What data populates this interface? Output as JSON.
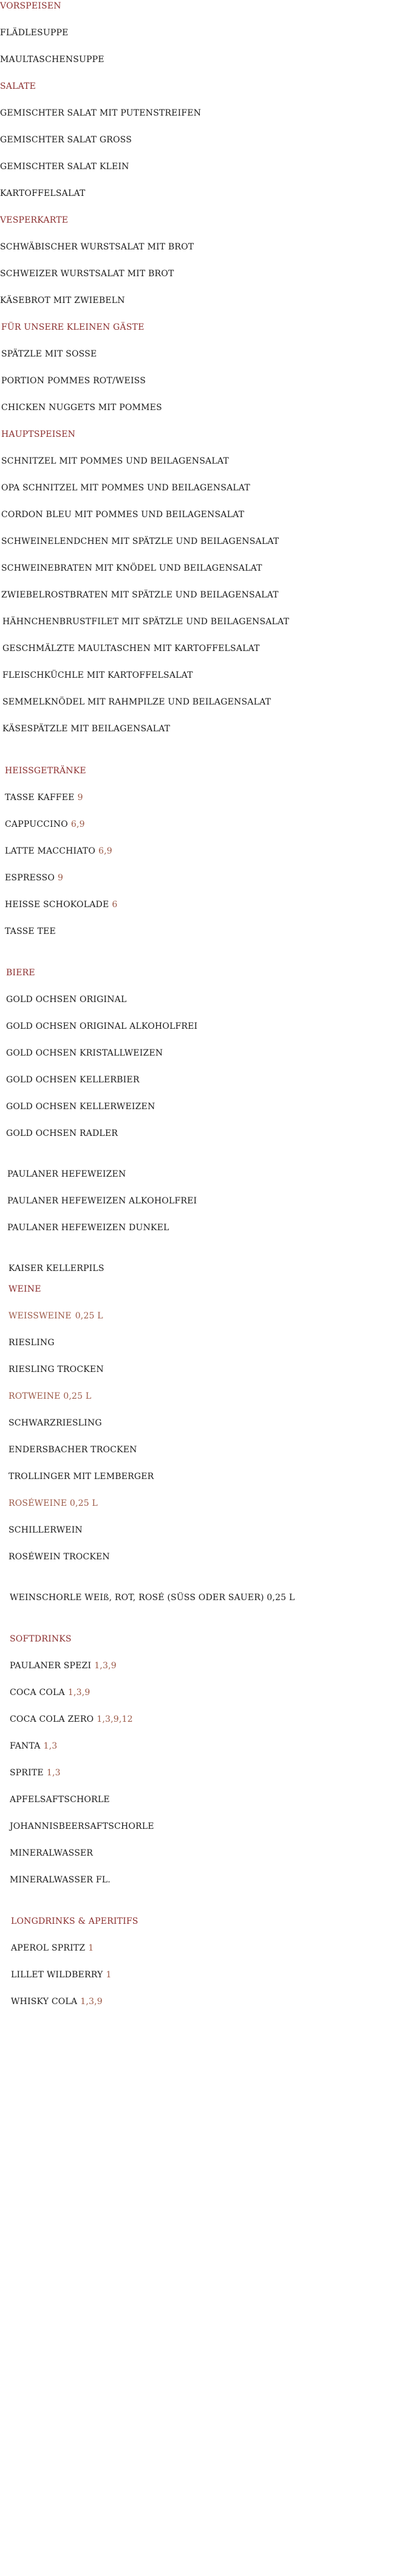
{
  "colors": {
    "section": "#8b2e2e",
    "subheading": "#9c5a48",
    "text": "#1a1a1a",
    "background": "#ffffff"
  },
  "sections": {
    "vorspeisen": {
      "title": "VORSPEISEN",
      "items": [
        "FLÄDLESUPPE",
        "MAULTASCHENSUPPE"
      ]
    },
    "salate": {
      "title": "SALATE",
      "items": [
        "GEMISCHTER SALAT MIT PUTENSTREIFEN",
        "GEMISCHTER SALAT GROSS",
        "GEMISCHTER SALAT KLEIN",
        "KARTOFFELSALAT"
      ]
    },
    "vesperkarte": {
      "title": "VESPERKARTE",
      "items": [
        "SCHWÄBISCHER WURSTSALAT MIT BROT",
        "SCHWEIZER WURSTSALAT MIT BROT",
        "KÄSEBROT MIT ZWIEBELN"
      ]
    },
    "kinder": {
      "title": "FÜR UNSERE KLEINEN GÄSTE",
      "items": [
        "SPÄTZLE MIT SOSSE",
        "PORTION POMMES ROT/WEISS",
        "CHICKEN NUGGETS MIT POMMES"
      ]
    },
    "hauptspeisen": {
      "title": "HAUPTSPEISEN",
      "items": [
        "SCHNITZEL MIT POMMES UND BEILAGENSALAT",
        "OPA SCHNITZEL MIT POMMES UND BEILAGENSALAT",
        "CORDON BLEU MIT POMMES UND BEILAGENSALAT",
        "SCHWEINELENDCHEN MIT SPÄTZLE UND BEILAGENSALAT",
        "SCHWEINEBRATEN MIT KNÖDEL UND BEILAGENSALAT",
        "ZWIEBELROSTBRATEN MIT SPÄTZLE UND BEILAGENSALAT",
        "HÄHNCHENBRUSTFILET MIT SPÄTZLE UND BEILAGENSALAT",
        "GESCHMÄLZTE MAULTASCHEN MIT KARTOFFELSALAT",
        "FLEISCHKÜCHLE MIT KARTOFFELSALAT",
        "SEMMELKNÖDEL MIT RAHMPILZE UND BEILAGENSALAT",
        "KÄSESPÄTZLE MIT BEILAGENSALAT"
      ]
    },
    "heiss": {
      "title": "HEISSGETRÄNKE",
      "items": [
        {
          "name": "TASSE KAFFEE",
          "note": "9"
        },
        {
          "name": "CAPPUCCINO",
          "note": "6,9"
        },
        {
          "name": "LATTE MACCHIATO",
          "note": "6,9"
        },
        {
          "name": "ESPRESSO",
          "note": "9"
        },
        {
          "name": "HEISSE SCHOKOLADE",
          "note": "6"
        },
        {
          "name": "TASSE TEE",
          "note": ""
        }
      ]
    },
    "biere": {
      "title": "BIERE",
      "items": [
        "GOLD OCHSEN ORIGINAL",
        "GOLD OCHSEN ORIGINAL ALKOHOLFREI",
        "GOLD OCHSEN KRISTALLWEIZEN",
        "GOLD OCHSEN KELLERBIER",
        "GOLD OCHSEN KELLERWEIZEN",
        "GOLD OCHSEN RADLER",
        "PAULANER HEFEWEIZEN",
        "PAULANER HEFEWEIZEN ALKOHOLFREI",
        "PAULANER HEFEWEIZEN DUNKEL",
        "KAISER KELLERPILS"
      ]
    },
    "weine": {
      "title": "WEINE",
      "weissweine": {
        "label": "WEISSWEINE",
        "size": "0,25 L",
        "items": [
          "RIESLING",
          "RIESLING TROCKEN"
        ]
      },
      "rotweine": {
        "label": "ROTWEINE 0,25 L",
        "items": [
          "SCHWARZRIESLING",
          "ENDERSBACHER TROCKEN",
          "TROLLINGER MIT LEMBERGER"
        ]
      },
      "roseweine": {
        "label": "ROSÉWEINE 0,25 L",
        "items": [
          "SCHILLERWEIN",
          "ROSÉWEIN TROCKEN"
        ]
      },
      "schorle": "WEINSCHORLE WEIß, ROT, ROSÉ  (SÜSS ODER SAUER) 0,25 L"
    },
    "softdrinks": {
      "title": "SOFTDRINKS",
      "items": [
        {
          "name": "PAULANER SPEZI",
          "note": "1,3,9"
        },
        {
          "name": "COCA COLA",
          "note": "1,3,9"
        },
        {
          "name": "COCA COLA ZERO",
          "note": "1,3,9,12"
        },
        {
          "name": "FANTA",
          "note": "1,3"
        },
        {
          "name": "SPRITE",
          "note": "1,3"
        },
        {
          "name": "APFELSAFTSCHORLE",
          "note": ""
        },
        {
          "name": "JOHANNISBEERSAFTSCHORLE",
          "note": ""
        },
        {
          "name": "MINERALWASSER",
          "note": ""
        },
        {
          "name": "MINERALWASSER FL.",
          "note": ""
        }
      ]
    },
    "longdrinks": {
      "title": "LONGDRINKS & APERITIFS",
      "items": [
        {
          "name": "APEROL SPRITZ",
          "note": "1"
        },
        {
          "name": "LILLET WILDBERRY",
          "note": "1"
        },
        {
          "name": "WHISKY COLA",
          "note": "1,3,9"
        }
      ]
    }
  }
}
